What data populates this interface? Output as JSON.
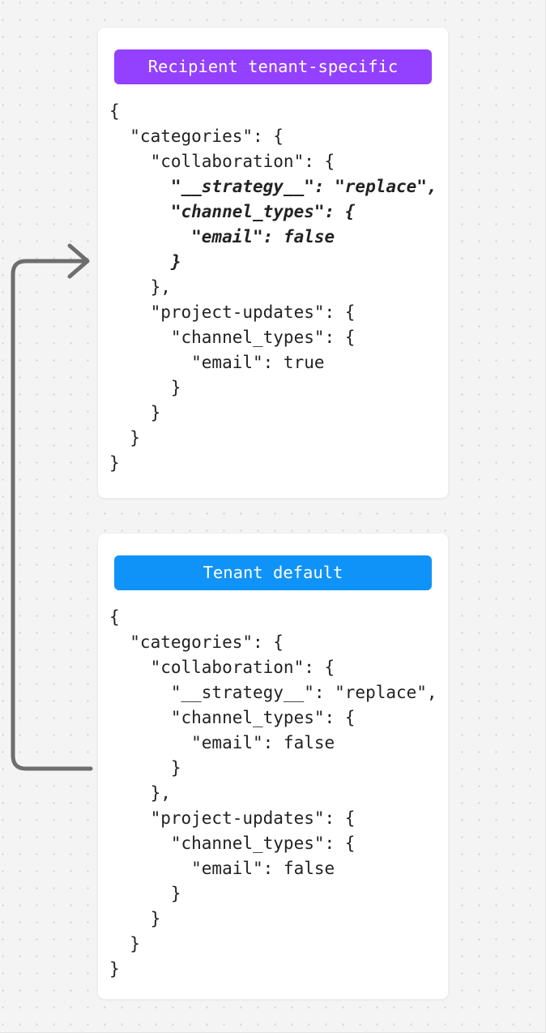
{
  "background": {
    "color": "#f4f4f4",
    "dot_color": "#cfcfcf",
    "pattern": "dot-grid"
  },
  "connector": {
    "name": "inheritance-arrow",
    "color": "#6e6e6e",
    "direction": "from tenant-default up to recipient tenant-specific"
  },
  "cards": [
    {
      "id": "tenant-specific",
      "header_label": "Recipient tenant-specific",
      "header_color": "#9340ff",
      "lines": [
        {
          "text": "{",
          "highlight": false
        },
        {
          "text": "  \"categories\": {",
          "highlight": false
        },
        {
          "text": "    \"collaboration\": {",
          "highlight": false
        },
        {
          "text": "      \"__strategy__\": \"replace\",",
          "highlight": true
        },
        {
          "text": "      \"channel_types\": {",
          "highlight": true
        },
        {
          "text": "        \"email\": false",
          "highlight": true
        },
        {
          "text": "      }",
          "highlight": true
        },
        {
          "text": "    },",
          "highlight": false
        },
        {
          "text": "    \"project-updates\": {",
          "highlight": false
        },
        {
          "text": "      \"channel_types\": {",
          "highlight": false
        },
        {
          "text": "        \"email\": true",
          "highlight": false
        },
        {
          "text": "      }",
          "highlight": false
        },
        {
          "text": "    }",
          "highlight": false
        },
        {
          "text": "  }",
          "highlight": false
        },
        {
          "text": "}",
          "highlight": false
        }
      ]
    },
    {
      "id": "tenant-default",
      "header_label": "Tenant default",
      "header_color": "#1093f8",
      "lines": [
        {
          "text": "{",
          "highlight": false
        },
        {
          "text": "  \"categories\": {",
          "highlight": false
        },
        {
          "text": "    \"collaboration\": {",
          "highlight": false
        },
        {
          "text": "      \"__strategy__\": \"replace\",",
          "highlight": false
        },
        {
          "text": "      \"channel_types\": {",
          "highlight": false
        },
        {
          "text": "        \"email\": false",
          "highlight": false
        },
        {
          "text": "      }",
          "highlight": false
        },
        {
          "text": "    },",
          "highlight": false
        },
        {
          "text": "    \"project-updates\": {",
          "highlight": false
        },
        {
          "text": "      \"channel_types\": {",
          "highlight": false
        },
        {
          "text": "        \"email\": false",
          "highlight": false
        },
        {
          "text": "      }",
          "highlight": false
        },
        {
          "text": "    }",
          "highlight": false
        },
        {
          "text": "  }",
          "highlight": false
        },
        {
          "text": "}",
          "highlight": false
        }
      ]
    }
  ]
}
